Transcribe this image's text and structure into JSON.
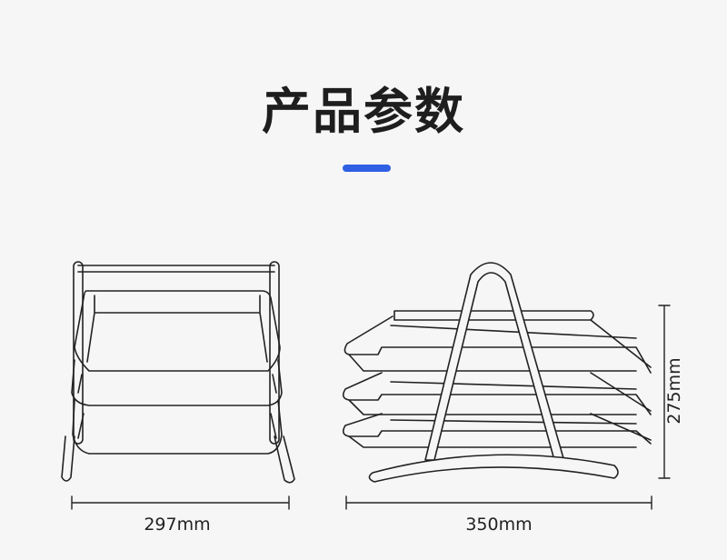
{
  "title": "产品参数",
  "accent_color": "#2f5fe3",
  "dimensions": {
    "front_width": "297mm",
    "side_width": "350mm",
    "height": "275mm"
  }
}
